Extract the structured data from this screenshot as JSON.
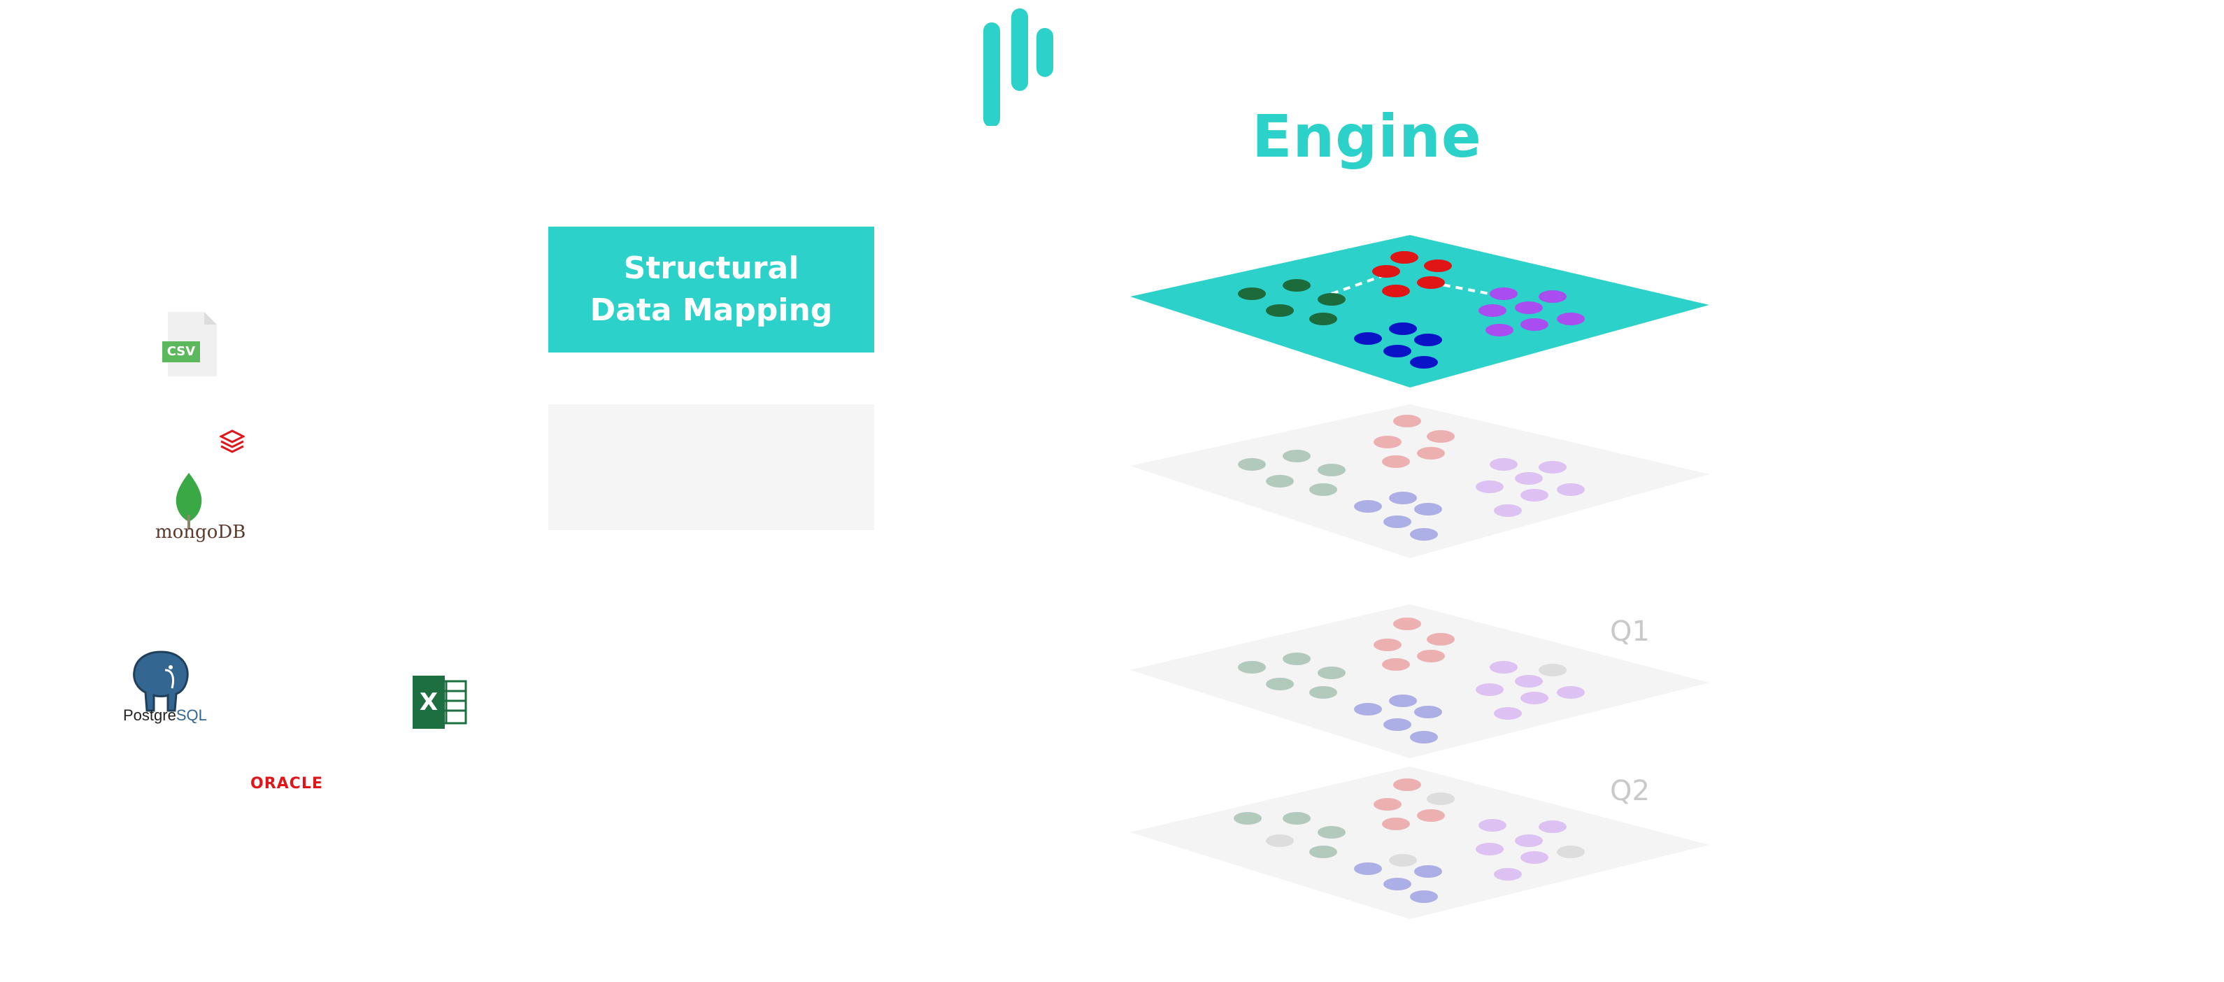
{
  "header": {
    "title": "Engine"
  },
  "steps": {
    "active": {
      "line1": "Structural",
      "line2": "Data Mapping"
    },
    "inactive": {
      "line1": "",
      "line2": ""
    }
  },
  "sources": {
    "csv": "CSV",
    "mongodb": {
      "brand": "mongo",
      "suffix": "DB"
    },
    "postgresql": {
      "brand": "Postgre",
      "suffix": "SQL"
    },
    "excel": "X",
    "oracle": "ORACLE"
  },
  "layers": {
    "q1": "Q1",
    "q2": "Q2"
  },
  "colors": {
    "brand": "#2cd1c9",
    "cluster_green": "#1d6b3b",
    "cluster_red": "#e01515",
    "cluster_purple": "#a94df0",
    "cluster_blue": "#0a14c6",
    "layer_inactive": "#f4f4f4"
  },
  "icons": [
    "brand-logo-icon",
    "csv-file-icon",
    "stack-icon",
    "mongodb-leaf-icon",
    "postgresql-elephant-icon",
    "excel-icon"
  ]
}
